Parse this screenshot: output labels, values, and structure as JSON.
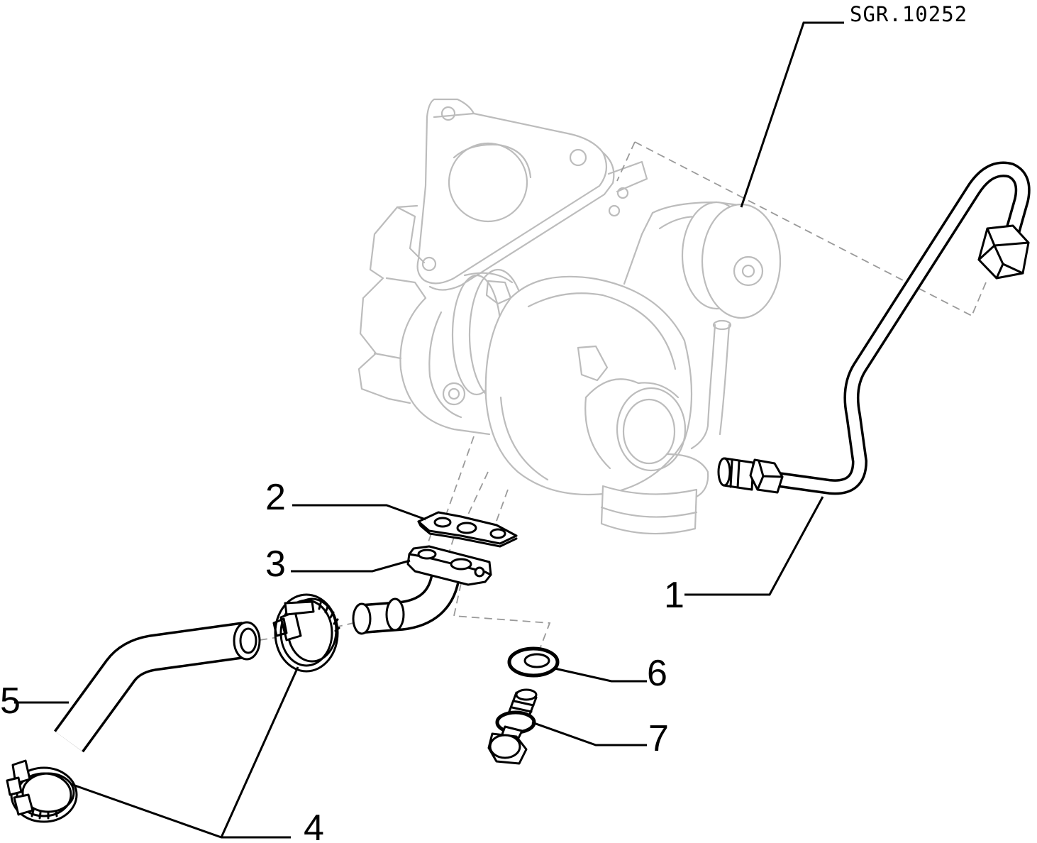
{
  "drawing": {
    "reference_code": "SGR.10252",
    "callouts": [
      "1",
      "2",
      "3",
      "4",
      "5",
      "6",
      "7"
    ]
  }
}
